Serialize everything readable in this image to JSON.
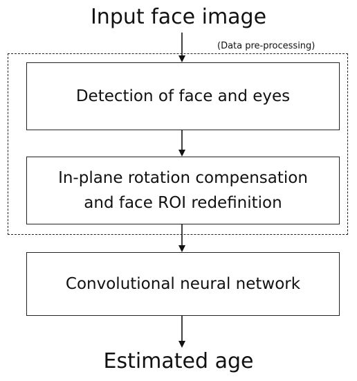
{
  "diagram": {
    "input_label": "Input face image",
    "group_label": "(Data pre-processing)",
    "steps": [
      {
        "lines": [
          "Detection of face and eyes"
        ]
      },
      {
        "lines": [
          "In-plane rotation compensation",
          "and face ROI redefinition"
        ]
      },
      {
        "lines": [
          "Convolutional neural network"
        ]
      }
    ],
    "output_label": "Estimated age"
  }
}
